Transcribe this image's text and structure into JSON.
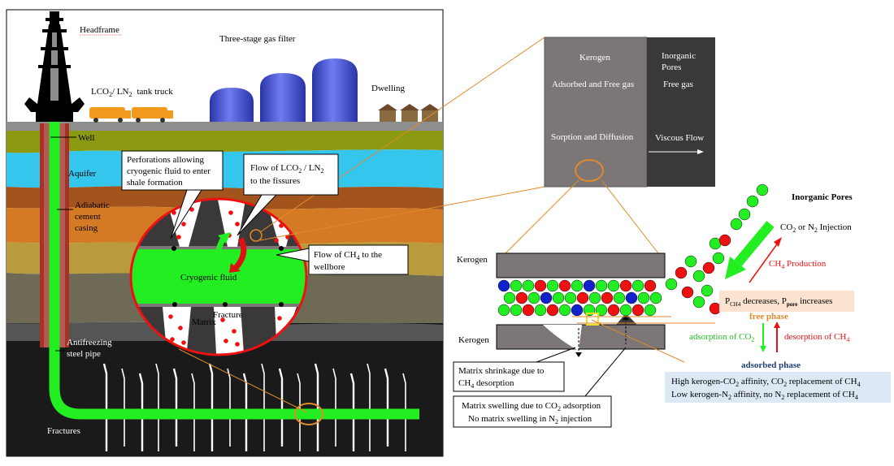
{
  "left": {
    "headframe": "Headframe",
    "gas_filter": "Three-stage gas filter",
    "truck_a": "LCO",
    "truck_b": "/ LN",
    "truck_c": "tank truck",
    "dwelling": "Dwelling",
    "well": "Well",
    "aquifer": "Aquifer",
    "casing": [
      "Adiabatic",
      "cement",
      "casing"
    ],
    "steel_pipe": [
      "Antifreezing",
      "steel pipe"
    ],
    "fractures": "Fractures",
    "cryogenic_fluid": "Cryogenic fluid",
    "matrix": "Matrix",
    "fracture": "Fracture",
    "perforations_box": [
      "Perforations allowing",
      "cryogenic fluid to enter",
      "shale formation"
    ],
    "flow_lco2_box_a": "Flow of LCO",
    "flow_lco2_box_b": " / LN",
    "flow_lco2_box_c": "to the fissures",
    "flow_ch4_box_a": "Flow of CH",
    "flow_ch4_box_b": " to the",
    "flow_ch4_box_c": "wellbore"
  },
  "top_right": {
    "kerogen": "Kerogen",
    "adsorbed_free": "Adsorbed and Free gas",
    "sorption": "Sorption and Diffusion",
    "inorganic": [
      "Inorganic",
      "Pores"
    ],
    "free_gas": "Free gas",
    "viscous": "Viscous Flow"
  },
  "bottom_right": {
    "kerogen_top": "Kerogen",
    "kerogen_bottom": "Kerogen",
    "inorganic_pores": "Inorganic Pores",
    "injection_a": "CO",
    "injection_b": " or N",
    "injection_c": " Injection",
    "ch4_production_a": "CH",
    "ch4_production_b": " Production",
    "pressure_a": "P",
    "pressure_b": " decreases, P",
    "pressure_c": " increases",
    "free_phase": "free phase",
    "adsorption_a": "adsorption of CO",
    "desorption_a": "desorption of CH",
    "adsorbed_phase": "adsorbed  phase",
    "affinity_1a": "High kerogen-CO",
    "affinity_1b": " affinity, CO",
    "affinity_1c": " replacement of CH",
    "affinity_2a": "Low kerogen-N",
    "affinity_2b": " affinity, no N",
    "affinity_2c": " replacement of CH",
    "shrinkage_a": "Matrix shrinkage due to",
    "shrinkage_b": "CH",
    "shrinkage_c": " desorption",
    "swelling_a": "Matrix swelling due to CO",
    "swelling_b": " adsorption",
    "swelling_c": "No matrix swelling in N",
    "swelling_d": " injection"
  },
  "subscripts": {
    "two": "2",
    "four": "4",
    "ch4": "CH4",
    "pore": "pore"
  },
  "colors": {
    "green": "#22ee22",
    "red": "#ee1111",
    "blue": "#1122cc",
    "orange": "#e08a2a",
    "sky": "#33c8f0",
    "dark": "#3b3839",
    "grey": "#7d7677"
  }
}
